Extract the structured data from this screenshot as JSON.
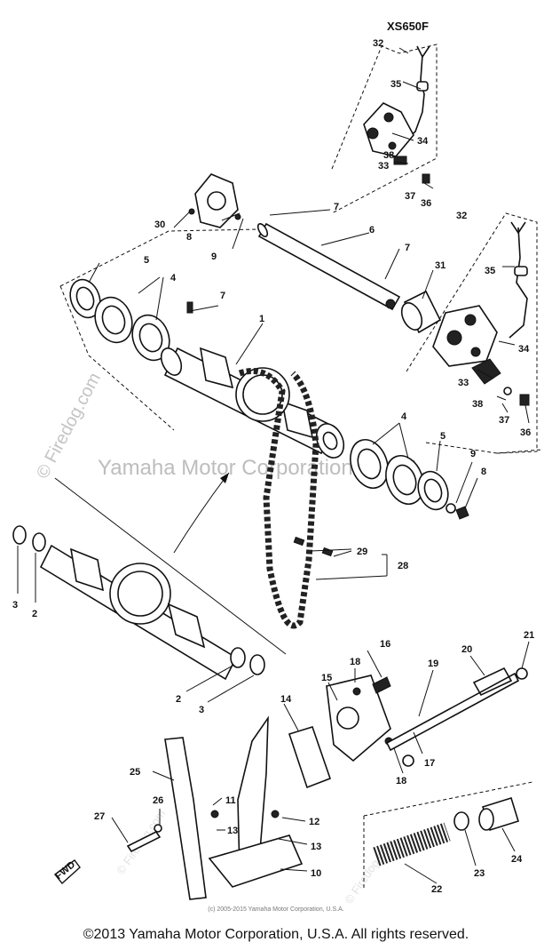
{
  "model": "XS650F",
  "watermark": {
    "center": "Yamaha Motor Corporation, U.S.A.",
    "side": "© Firedog.com",
    "corner": "© Firedog.com"
  },
  "small_copyright": "(c) 2005-2015 Yamaha Motor Corporation, U.S.A.",
  "copyright": "©2013 Yamaha Motor Corporation, U.S.A. All rights reserved.",
  "fwd_label": "FWD",
  "callouts": {
    "c1": "1",
    "c2a": "2",
    "c2b": "2",
    "c3a": "3",
    "c3b": "3",
    "c4a": "4",
    "c4b": "4",
    "c5a": "5",
    "c5b": "5",
    "c6": "6",
    "c7a": "7",
    "c7b": "7",
    "c7c": "7",
    "c8a": "8",
    "c8b": "8",
    "c9a": "9",
    "c9b": "9",
    "c10": "10",
    "c11": "11",
    "c12": "12",
    "c13a": "13",
    "c13b": "13",
    "c14": "14",
    "c15": "15",
    "c16": "16",
    "c17": "17",
    "c18a": "18",
    "c18b": "18",
    "c19": "19",
    "c20": "20",
    "c21": "21",
    "c22": "22",
    "c23": "23",
    "c24": "24",
    "c25": "25",
    "c26": "26",
    "c27": "27",
    "c28": "28",
    "c29": "29",
    "c30": "30",
    "c31": "31",
    "c32a": "32",
    "c32b": "32",
    "c33a": "33",
    "c33b": "33",
    "c34a": "34",
    "c34b": "34",
    "c35a": "35",
    "c35b": "35",
    "c36a": "36",
    "c36b": "36",
    "c37a": "37",
    "c37b": "37",
    "c38a": "38",
    "c38b": "38"
  }
}
